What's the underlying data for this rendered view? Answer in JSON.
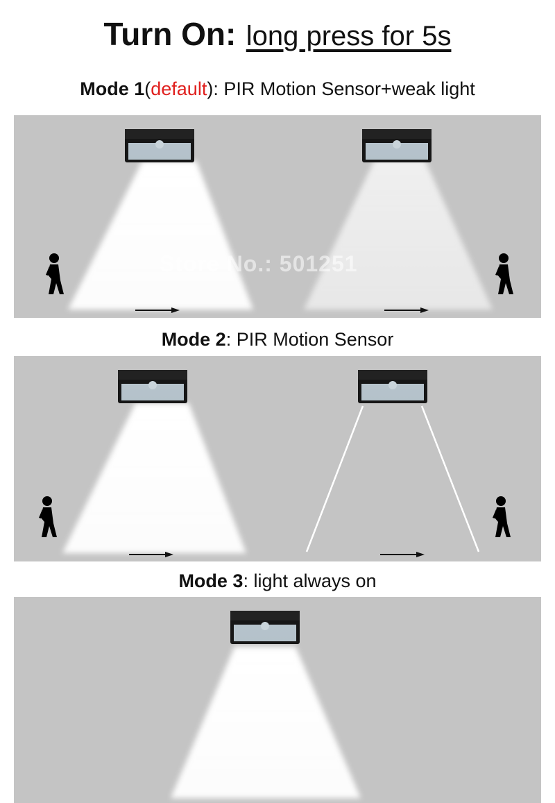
{
  "header": {
    "title_bold": "Turn On:",
    "title_rest": "long press for 5s"
  },
  "modes": [
    {
      "label": "Mode 1",
      "open": "(",
      "highlight": "default",
      "close": ")",
      "description": ": PIR Motion Sensor+weak light"
    },
    {
      "label": "Mode 2",
      "description": ": PIR Motion Sensor"
    },
    {
      "label": "Mode 3",
      "description": ": light always on"
    }
  ],
  "watermark": "Store No.: 501251",
  "colors": {
    "accent_red": "#e0201e",
    "panel_gray": "#c4c4c4",
    "text": "#111111"
  },
  "icons": [
    "solar-lamp-icon",
    "walking-person-icon",
    "arrow-right-icon",
    "light-beam"
  ]
}
